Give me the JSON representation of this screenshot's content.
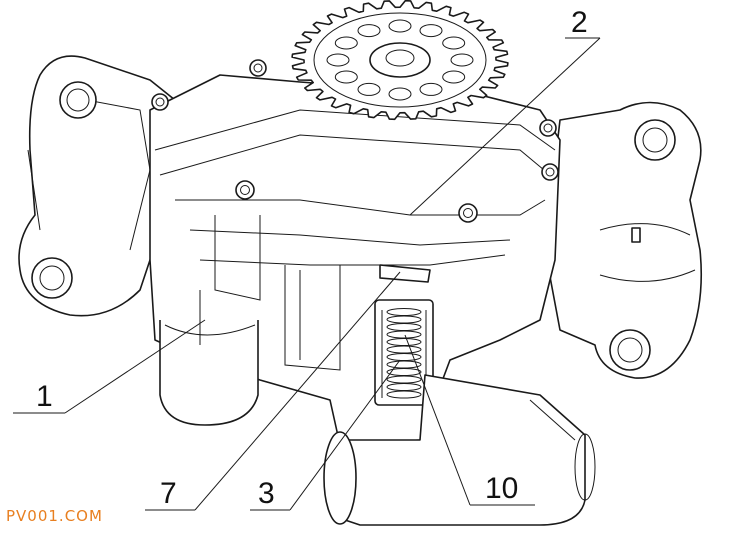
{
  "callouts": [
    {
      "id": "1",
      "label": "1"
    },
    {
      "id": "2",
      "label": "2"
    },
    {
      "id": "3",
      "label": "3"
    },
    {
      "id": "7",
      "label": "7"
    },
    {
      "id": "10",
      "label": "10"
    }
  ],
  "watermark": "PV001.COM",
  "colors": {
    "line": "#1a1a1a",
    "watermark": "#e87f20",
    "background": "#ffffff"
  }
}
